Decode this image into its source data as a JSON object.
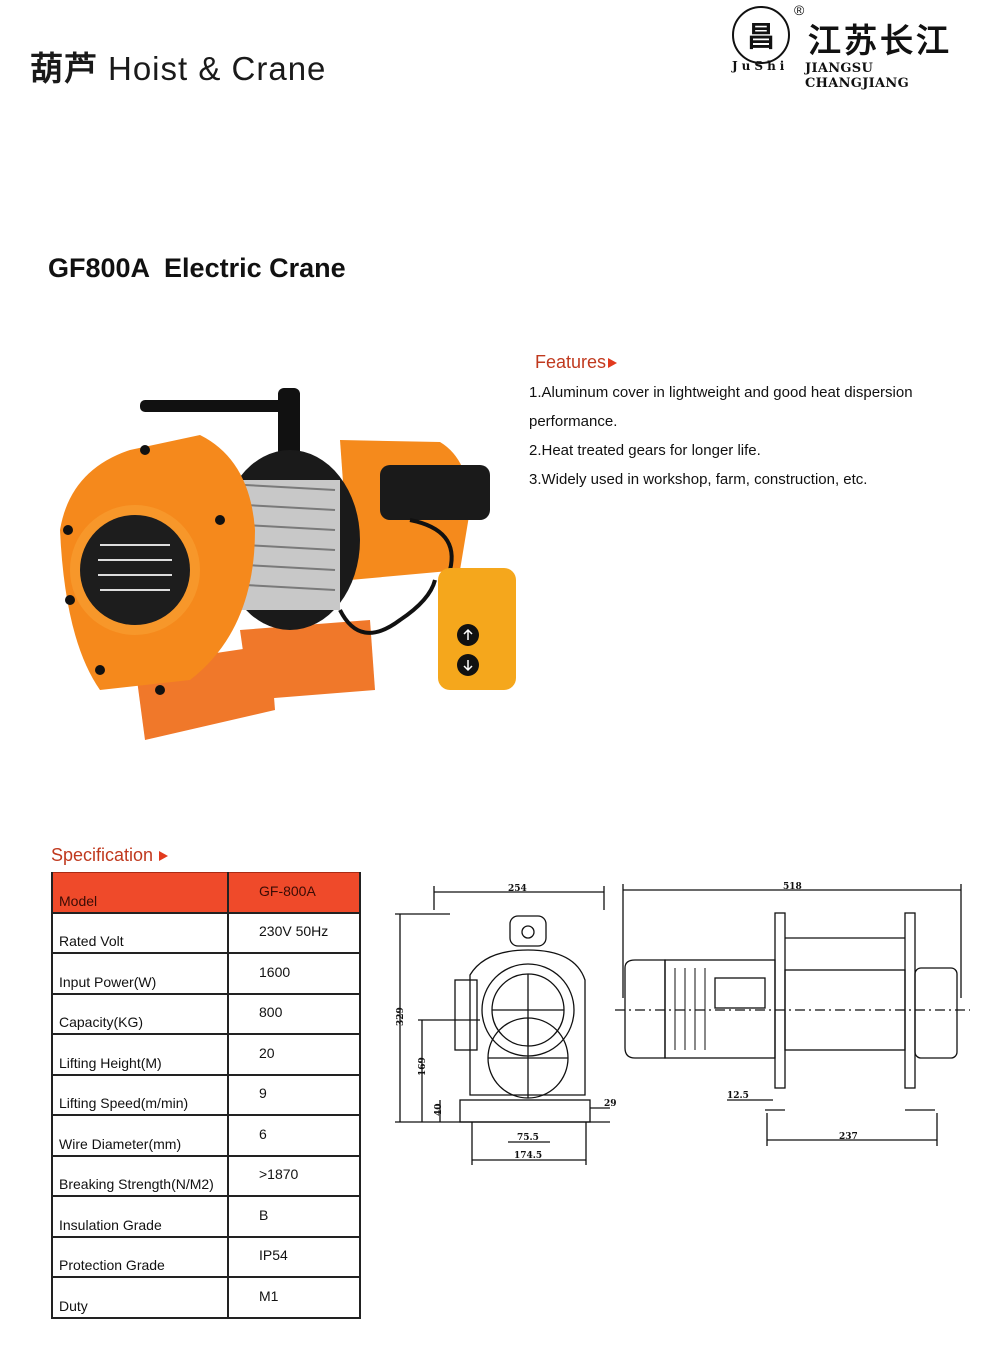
{
  "header": {
    "title_cn": "葫芦",
    "title_en": "Hoist & Crane",
    "logo": {
      "mark": "昌",
      "reg": "®",
      "arc_text": "JuShi",
      "company_cn": "江苏长江",
      "company_en": "JIANGSU CHANGJIANG"
    }
  },
  "product": {
    "title": "GF800A  Electric Crane",
    "colors": {
      "body": "#f58220",
      "accent": "#ef4a2a",
      "motor": "#151515"
    }
  },
  "features": {
    "heading": "Features",
    "items": [
      "1.Aluminum cover in lightweight and good heat dispersion",
      "performance.",
      "2.Heat treated gears for longer life.",
      "3.Widely used in workshop, farm, construction, etc."
    ]
  },
  "specification": {
    "heading": "Specification",
    "rows": [
      {
        "label": "Model",
        "value": "GF-800A"
      },
      {
        "label": "Rated Volt",
        "value": "230V 50Hz"
      },
      {
        "label": "Input Power(W)",
        "value": "1600"
      },
      {
        "label": "Capacity(KG)",
        "value": "800"
      },
      {
        "label": "Lifting Height(M)",
        "value": "20"
      },
      {
        "label": "Lifting Speed(m/min)",
        "value": "9"
      },
      {
        "label": "Wire Diameter(mm)",
        "value": "6"
      },
      {
        "label": "Breaking Strength(N/M2)",
        "value": ">1870"
      },
      {
        "label": "Insulation Grade",
        "value": "B"
      },
      {
        "label": "Protection Grade",
        "value": "IP54"
      },
      {
        "label": "Duty",
        "value": "M1"
      }
    ]
  },
  "drawings": {
    "front": {
      "width": "254",
      "height": "329",
      "center_height": "169",
      "base": "40",
      "foot": "29",
      "hole_spacing": "75.5",
      "base_width": "174.5"
    },
    "side": {
      "length": "518",
      "offset": "12.5",
      "base_length": "237"
    }
  }
}
